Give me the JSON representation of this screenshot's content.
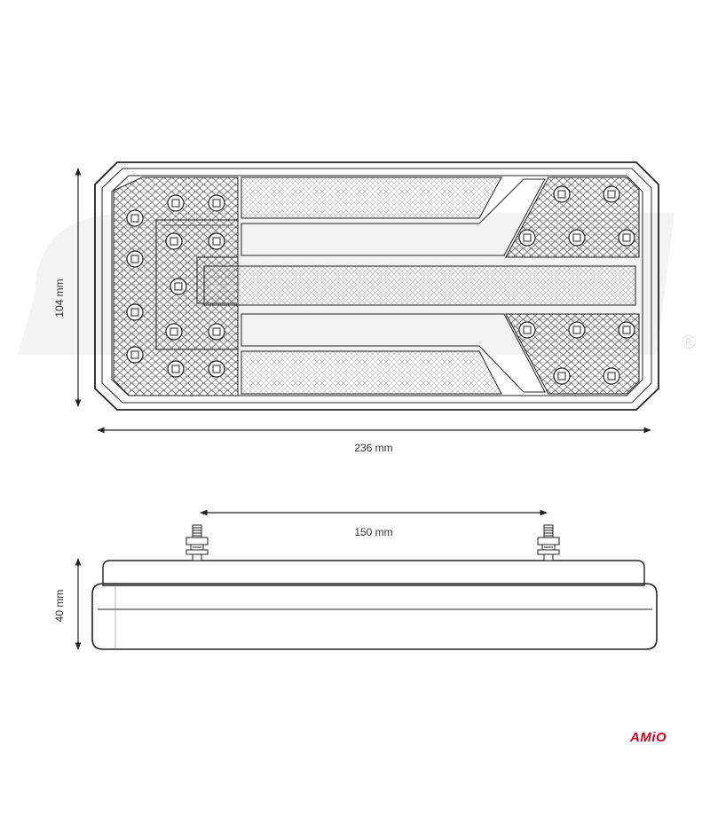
{
  "dimensions": {
    "width": "236 mm",
    "height": "104 mm",
    "mount_spacing": "150 mm",
    "depth": "40 mm"
  },
  "brand": {
    "logo_text": "AMiO",
    "registered_mark": "®",
    "color": "#d0021b"
  },
  "icons": {
    "front_view": "tail-lamp-front-icon",
    "side_view": "tail-lamp-side-icon",
    "mount_bolt": "threaded-bolt-icon"
  },
  "colors": {
    "line": "#222222",
    "watermark": "#efefef"
  }
}
